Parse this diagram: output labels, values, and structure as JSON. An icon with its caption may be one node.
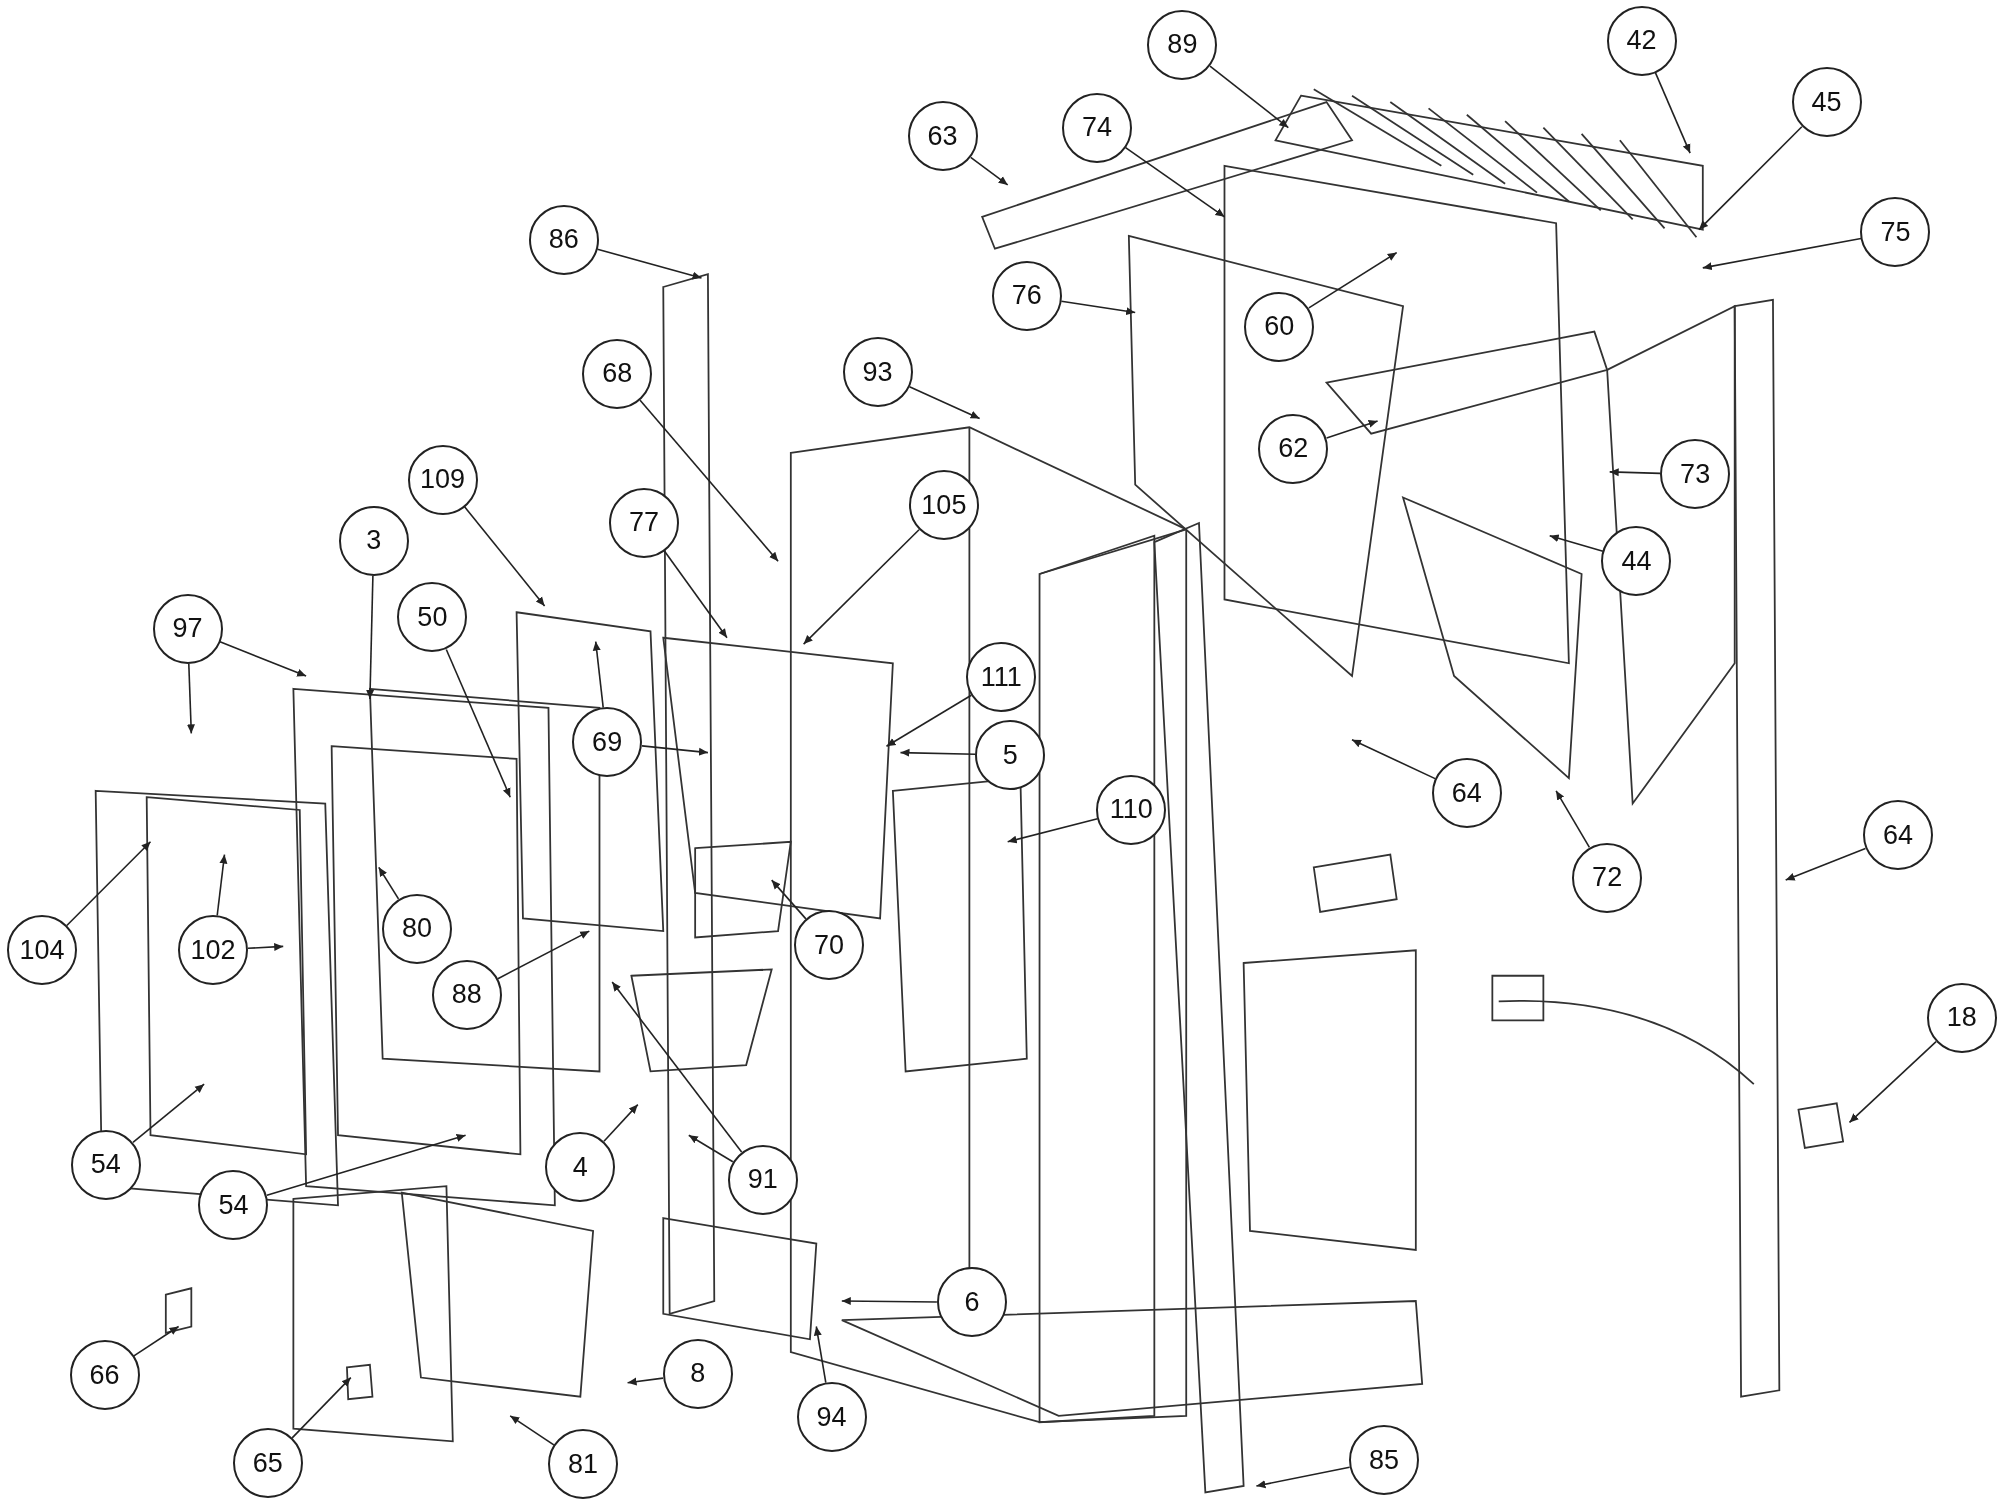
{
  "diagram": {
    "nodes": [
      {
        "text": [
          "89"
        ]
      },
      {
        "text": [
          "42"
        ]
      },
      {
        "text": [
          "45"
        ]
      },
      {
        "text": [
          "74"
        ]
      },
      {
        "text": [
          "63"
        ]
      },
      {
        "text": [
          "75"
        ]
      },
      {
        "text": [
          "86"
        ]
      },
      {
        "text": [
          "76"
        ]
      },
      {
        "text": [
          "60"
        ]
      },
      {
        "text": [
          "93"
        ]
      },
      {
        "text": [
          "68"
        ]
      },
      {
        "text": [
          "62"
        ]
      },
      {
        "text": [
          "73"
        ]
      },
      {
        "text": [
          "109"
        ]
      },
      {
        "text": [
          "105"
        ]
      },
      {
        "text": [
          "77"
        ]
      },
      {
        "text": [
          "3"
        ]
      },
      {
        "text": [
          "44"
        ]
      },
      {
        "text": [
          "97"
        ]
      },
      {
        "text": [
          "50"
        ]
      },
      {
        "text": [
          "111"
        ]
      },
      {
        "text": [
          "69"
        ]
      },
      {
        "text": [
          "5"
        ]
      },
      {
        "text": [
          "64"
        ]
      },
      {
        "text": [
          "110"
        ]
      },
      {
        "text": [
          "64"
        ]
      },
      {
        "text": [
          "72"
        ]
      },
      {
        "text": [
          "80"
        ]
      },
      {
        "text": [
          "70"
        ]
      },
      {
        "text": [
          "104"
        ]
      },
      {
        "text": [
          "102"
        ]
      },
      {
        "text": [
          "88"
        ]
      },
      {
        "text": [
          "18"
        ]
      },
      {
        "text": [
          "54"
        ]
      },
      {
        "text": [
          "4"
        ]
      },
      {
        "text": [
          "91"
        ]
      },
      {
        "text": [
          "54"
        ]
      },
      {
        "text": [
          "6"
        ]
      },
      {
        "text": [
          "8"
        ]
      },
      {
        "text": [
          "66"
        ]
      },
      {
        "text": [
          "94"
        ]
      },
      {
        "text": [
          "65"
        ]
      },
      {
        "text": [
          "81"
        ]
      },
      {
        "text": [
          "85"
        ]
      }
    ],
    "edges": [
      {
        "from": 0,
        "to": null,
        "arrow": "to"
      },
      {
        "from": 1,
        "to": null,
        "arrow": "to"
      },
      {
        "from": 2,
        "to": null,
        "arrow": "to"
      },
      {
        "from": 3,
        "to": null,
        "arrow": "to"
      },
      {
        "from": 4,
        "to": null,
        "arrow": "to"
      },
      {
        "from": 5,
        "to": null,
        "arrow": "to"
      },
      {
        "from": 6,
        "to": null,
        "arrow": "to"
      },
      {
        "from": 7,
        "to": null,
        "arrow": "to"
      },
      {
        "from": 8,
        "to": null,
        "arrow": "to"
      },
      {
        "from": 9,
        "to": null,
        "arrow": "to"
      },
      {
        "from": 10,
        "to": null,
        "arrow": "to"
      },
      {
        "from": 11,
        "to": null,
        "arrow": "to"
      },
      {
        "from": 12,
        "to": null,
        "arrow": "to"
      },
      {
        "from": 13,
        "to": null,
        "arrow": "to"
      },
      {
        "from": 14,
        "to": null,
        "arrow": "to"
      },
      {
        "from": 15,
        "to": null,
        "arrow": "to"
      },
      {
        "from": 16,
        "to": null,
        "arrow": "to"
      },
      {
        "from": 17,
        "to": null,
        "arrow": "to"
      },
      {
        "from": 18,
        "to": null,
        "arrow": "to"
      },
      {
        "from": 18,
        "to": null,
        "arrow": "to"
      },
      {
        "from": 19,
        "to": null,
        "arrow": "to"
      },
      {
        "from": 20,
        "to": null,
        "arrow": "to"
      },
      {
        "from": 21,
        "to": null,
        "arrow": "to"
      },
      {
        "from": 21,
        "to": null,
        "arrow": "to"
      },
      {
        "from": 22,
        "to": null,
        "arrow": "to"
      },
      {
        "from": 23,
        "to": null,
        "arrow": "to"
      },
      {
        "from": 24,
        "to": null,
        "arrow": "to"
      },
      {
        "from": 25,
        "to": null,
        "arrow": "to"
      },
      {
        "from": 26,
        "to": null,
        "arrow": "to"
      },
      {
        "from": 27,
        "to": null,
        "arrow": "to"
      },
      {
        "from": 28,
        "to": null,
        "arrow": "to"
      },
      {
        "from": 29,
        "to": null,
        "arrow": "to"
      },
      {
        "from": 30,
        "to": null,
        "arrow": "to"
      },
      {
        "from": 30,
        "to": null,
        "arrow": "to"
      },
      {
        "from": 31,
        "to": null,
        "arrow": "to"
      },
      {
        "from": 32,
        "to": null,
        "arrow": "to"
      },
      {
        "from": 33,
        "to": null,
        "arrow": "to"
      },
      {
        "from": 34,
        "to": null,
        "arrow": "to"
      },
      {
        "from": 35,
        "to": null,
        "arrow": "to"
      },
      {
        "from": 35,
        "to": null,
        "arrow": "to"
      },
      {
        "from": 36,
        "to": null,
        "arrow": "to"
      },
      {
        "from": 37,
        "to": null,
        "arrow": "to"
      },
      {
        "from": 38,
        "to": null,
        "arrow": "to"
      },
      {
        "from": 39,
        "to": null,
        "arrow": "to"
      },
      {
        "from": 40,
        "to": null,
        "arrow": "to"
      },
      {
        "from": 41,
        "to": null,
        "arrow": "to"
      },
      {
        "from": 42,
        "to": null,
        "arrow": "to"
      },
      {
        "from": 43,
        "to": null,
        "arrow": "to"
      }
    ]
  }
}
